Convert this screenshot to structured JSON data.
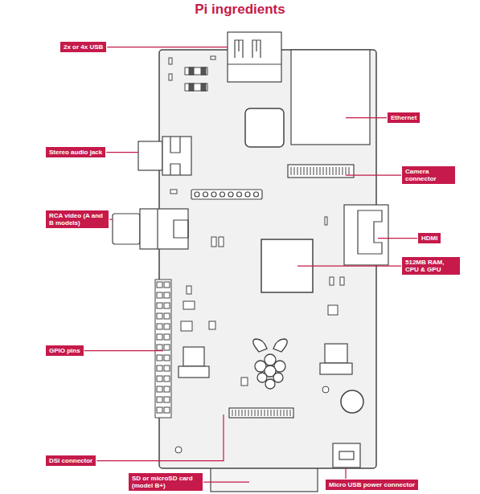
{
  "diagram": {
    "title": "Pi ingredients",
    "nodes": [
      {
        "text": [
          "2x or 4x USB"
        ]
      },
      {
        "text": [
          "Ethernet"
        ]
      },
      {
        "text": [
          "Stereo audio jack"
        ]
      },
      {
        "text": [
          "Camera connector"
        ]
      },
      {
        "text": [
          "RCA video (A and B models)"
        ]
      },
      {
        "text": [
          "HDMI"
        ]
      },
      {
        "text": [
          "512MB RAM, CPU & GPU"
        ]
      },
      {
        "text": [
          "GPIO pins"
        ]
      },
      {
        "text": [
          "DSI connector"
        ]
      },
      {
        "text": [
          "SD or microSD card (model B+)"
        ]
      },
      {
        "text": [
          "Micro USB power connector"
        ]
      }
    ]
  }
}
